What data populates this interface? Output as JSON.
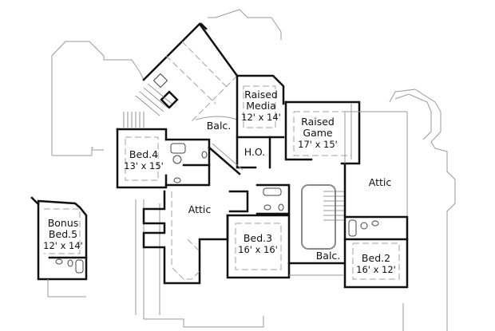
{
  "floor_plan": {
    "rooms": [
      {
        "id": "raised-media",
        "name_line1": "Raised",
        "name_line2": "Media",
        "size": "12' x 14'"
      },
      {
        "id": "raised-game",
        "name_line1": "Raised",
        "name_line2": "Game",
        "size": "17' x 15'"
      },
      {
        "id": "bed-4",
        "name": "Bed.4",
        "size": "13' x 15'"
      },
      {
        "id": "bonus-bed-5",
        "name_line1": "Bonus",
        "name_line2": "Bed.5",
        "size": "12' x 14'"
      },
      {
        "id": "bed-3",
        "name": "Bed.3",
        "size": "16' x 16'"
      },
      {
        "id": "bed-2",
        "name": "Bed.2",
        "size": "16' x 12'"
      }
    ],
    "labels": {
      "balc_upper": "Balc.",
      "balc_lower": "Balc.",
      "ho": "H.O.",
      "attic_center": "Attic",
      "attic_right": "Attic"
    },
    "colors": {
      "wall": "#111111",
      "outline": "#9a9a9a",
      "background": "#ffffff"
    }
  }
}
